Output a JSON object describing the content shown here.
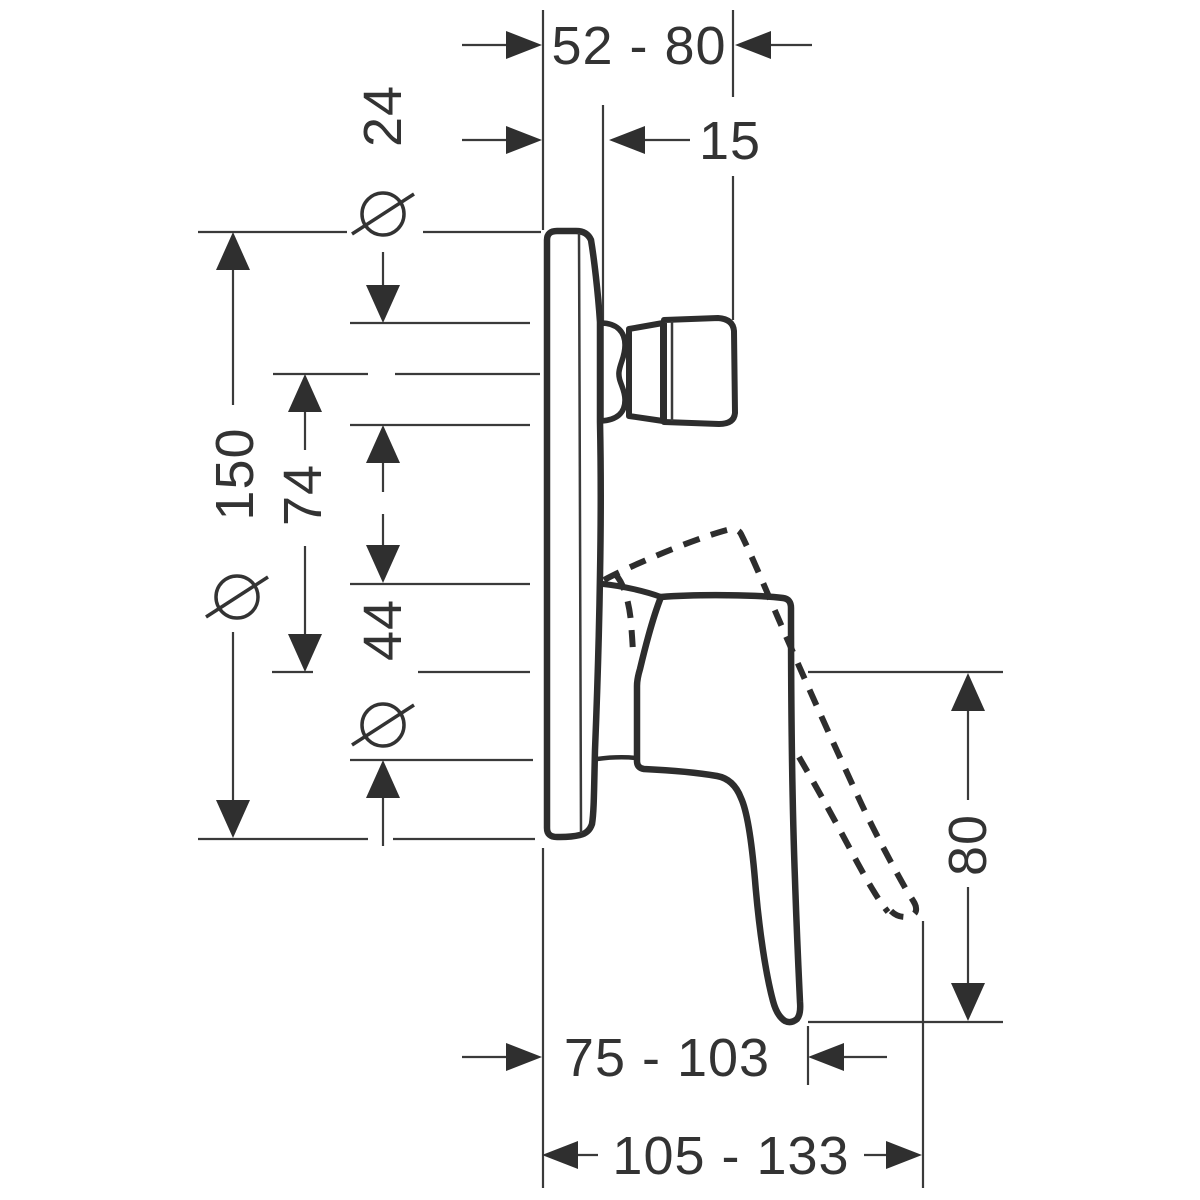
{
  "drawing": {
    "kind": "technical-dimension-drawing",
    "background": "#ffffff",
    "line_color": "#3a3a3a",
    "outline_color": "#2d2d2d",
    "text_color": "#333333"
  },
  "dimensions": {
    "depth_range": {
      "label": "52 - 80"
    },
    "plate_depth": {
      "label": "15"
    },
    "knob_diameter": {
      "symbol": "⌀",
      "value": "24"
    },
    "plate_diameter": {
      "symbol": "⌀",
      "value": "150"
    },
    "axis_distance": {
      "value": "74"
    },
    "sleeve_diameter": {
      "symbol": "⌀",
      "value": "44"
    },
    "lever_drop": {
      "value": "80"
    },
    "lever_reach_range": {
      "label": "75 - 103"
    },
    "lever_reach_max_range": {
      "label": "105 - 133"
    }
  }
}
